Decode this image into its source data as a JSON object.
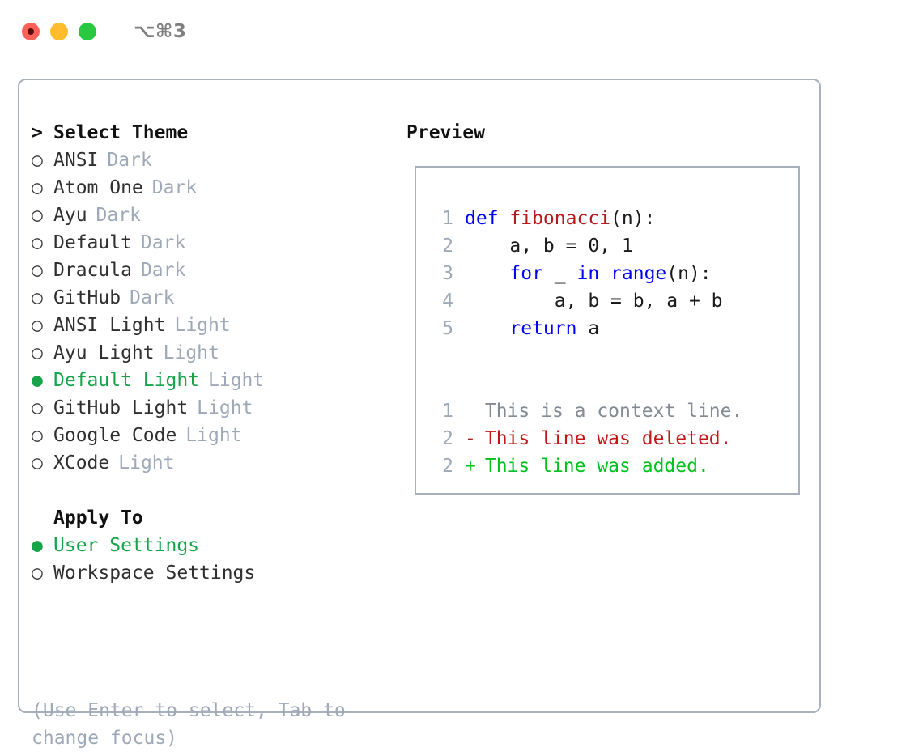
{
  "window": {
    "shortcut": "⌥⌘3",
    "traffic_lights": [
      {
        "name": "close-button",
        "color": "#ff6159"
      },
      {
        "name": "minimize-button",
        "color": "#ffbd2e"
      },
      {
        "name": "zoom-button",
        "color": "#28c840"
      }
    ]
  },
  "colors": {
    "selected_green": "#16a34a",
    "muted_gray": "#9ea9b8",
    "keyword_blue": "#0000ff",
    "function_red": "#b51a1a",
    "diff_added": "#00c21e",
    "diff_deleted": "#c01818",
    "border": "#a7b0bd"
  },
  "theme_list": {
    "heading": {
      "marker": ">",
      "label": "Select Theme"
    },
    "items": [
      {
        "marker": "○",
        "label": "ANSI",
        "tag": "Dark",
        "selected": false
      },
      {
        "marker": "○",
        "label": "Atom One",
        "tag": "Dark",
        "selected": false
      },
      {
        "marker": "○",
        "label": "Ayu",
        "tag": "Dark",
        "selected": false
      },
      {
        "marker": "○",
        "label": "Default",
        "tag": "Dark",
        "selected": false
      },
      {
        "marker": "○",
        "label": "Dracula",
        "tag": "Dark",
        "selected": false
      },
      {
        "marker": "○",
        "label": "GitHub",
        "tag": "Dark",
        "selected": false
      },
      {
        "marker": "○",
        "label": "ANSI Light",
        "tag": "Light",
        "selected": false
      },
      {
        "marker": "○",
        "label": "Ayu Light",
        "tag": "Light",
        "selected": false
      },
      {
        "marker": "●",
        "label": "Default Light",
        "tag": "Light",
        "selected": true
      },
      {
        "marker": "○",
        "label": "GitHub Light",
        "tag": "Light",
        "selected": false
      },
      {
        "marker": "○",
        "label": "Google Code",
        "tag": "Light",
        "selected": false
      },
      {
        "marker": "○",
        "label": "XCode",
        "tag": "Light",
        "selected": false
      }
    ]
  },
  "apply_to": {
    "heading": "Apply To",
    "items": [
      {
        "marker": "●",
        "label": "User Settings",
        "selected": true
      },
      {
        "marker": "○",
        "label": "Workspace Settings",
        "selected": false
      }
    ]
  },
  "hint": "(Use Enter to select, Tab to change focus)",
  "preview": {
    "title": "Preview",
    "code_lines": [
      {
        "lineno": "1",
        "tokens": [
          {
            "text": "def ",
            "type": "kw"
          },
          {
            "text": "fibonacci",
            "type": "fn"
          },
          {
            "text": "(n):",
            "type": "plain"
          }
        ]
      },
      {
        "lineno": "2",
        "tokens": [
          {
            "text": "    a, b = 0, 1",
            "type": "plain"
          }
        ]
      },
      {
        "lineno": "3",
        "tokens": [
          {
            "text": "    ",
            "type": "plain"
          },
          {
            "text": "for",
            "type": "kw"
          },
          {
            "text": " _ ",
            "type": "plain"
          },
          {
            "text": "in range",
            "type": "kw"
          },
          {
            "text": "(n):",
            "type": "plain"
          }
        ]
      },
      {
        "lineno": "4",
        "tokens": [
          {
            "text": "        a, b = b, a + b",
            "type": "plain"
          }
        ]
      },
      {
        "lineno": "5",
        "tokens": [
          {
            "text": "    ",
            "type": "plain"
          },
          {
            "text": "return",
            "type": "kw"
          },
          {
            "text": " a",
            "type": "plain"
          }
        ]
      }
    ],
    "diff_lines": [
      {
        "lineno": "1",
        "sign": " ",
        "text": "This is a context line.",
        "kind": "ctx"
      },
      {
        "lineno": "2",
        "sign": "-",
        "text": "This line was deleted.",
        "kind": "del"
      },
      {
        "lineno": "2",
        "sign": "+",
        "text": "This line was added.",
        "kind": "add"
      }
    ]
  }
}
